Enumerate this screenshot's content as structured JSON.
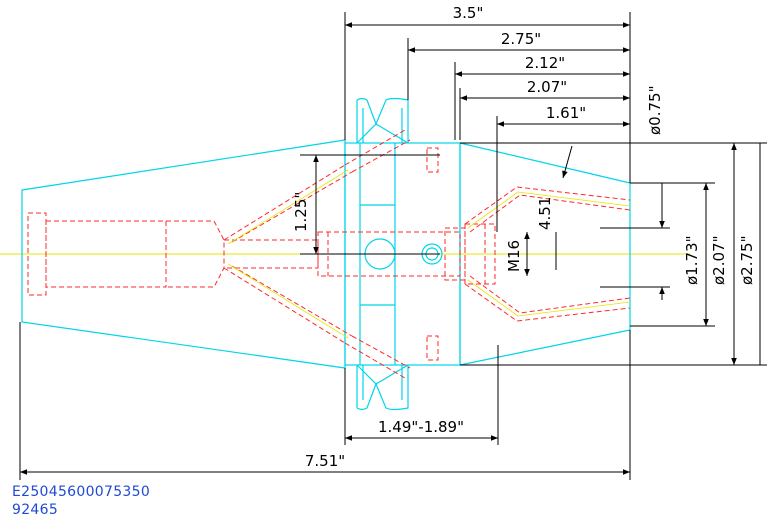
{
  "colors": {
    "outline": "#00d5e8",
    "hidden": "#ff2a2a",
    "center": "#e6e600",
    "dimension": "#000000",
    "caption": "#1f49d6"
  },
  "dimensions": {
    "len_3_5": "3.5\"",
    "len_2_75": "2.75\"",
    "len_2_12": "2.12\"",
    "len_2_07": "2.07\"",
    "len_1_61": "1.61\"",
    "dia_0_75": "ø0.75\"",
    "dia_1_73": "ø1.73\"",
    "dia_2_07": "ø2.07\"",
    "dia_2_75": "ø2.75\"",
    "len_1_25": "1.25\"",
    "len_4_51": "4.51",
    "thread_m16": "M16",
    "range_1_49_1_89": "1.49\"-1.89\"",
    "overall_7_51": "7.51\""
  },
  "caption": {
    "part_number": "E25045600075350",
    "code": "92465"
  }
}
